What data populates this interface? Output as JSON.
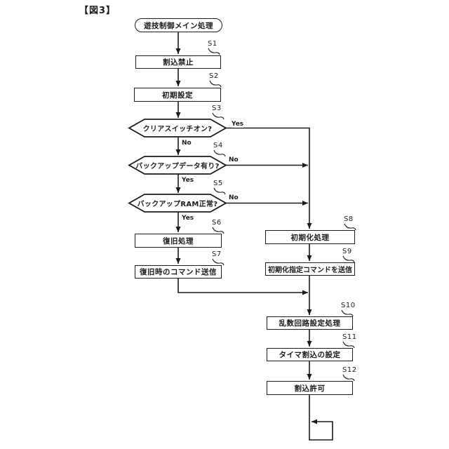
{
  "figure": {
    "title": "【図3】"
  },
  "colors": {
    "stroke": "#1a1a1a",
    "background": "#ffffff"
  },
  "nodes": {
    "start": {
      "type": "terminal",
      "label": "遊技制御メイン処理"
    },
    "s1": {
      "step": "S1",
      "type": "process",
      "label": "割込禁止"
    },
    "s2": {
      "step": "S2",
      "type": "process",
      "label": "初期設定"
    },
    "s3": {
      "step": "S3",
      "type": "decision",
      "label": "クリアスイッチオン?",
      "yes": "Yes",
      "no": "No"
    },
    "s4": {
      "step": "S4",
      "type": "decision",
      "label": "バックアップデータ有り?",
      "yes": "Yes",
      "no": "No"
    },
    "s5": {
      "step": "S5",
      "type": "decision",
      "label": "バックアップRAM正常?",
      "yes": "Yes",
      "no": "No"
    },
    "s6": {
      "step": "S6",
      "type": "process",
      "label": "復旧処理"
    },
    "s7": {
      "step": "S7",
      "type": "process",
      "label": "復旧時のコマンド送信"
    },
    "s8": {
      "step": "S8",
      "type": "process",
      "label": "初期化処理"
    },
    "s9": {
      "step": "S9",
      "type": "process",
      "label": "初期化指定コマンドを送信"
    },
    "s10": {
      "step": "S10",
      "type": "process",
      "label": "乱数回路設定処理"
    },
    "s11": {
      "step": "S11",
      "type": "process",
      "label": "タイマ割込の設定"
    },
    "s12": {
      "step": "S12",
      "type": "process",
      "label": "割込許可"
    }
  }
}
